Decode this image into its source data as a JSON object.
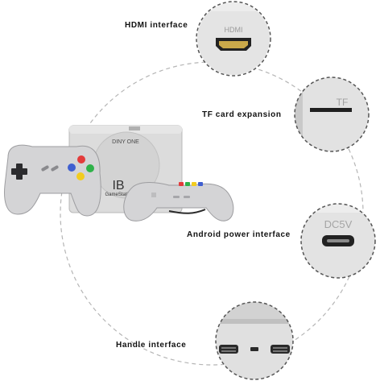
{
  "callouts": {
    "hdmi": {
      "label": "HDMI interface",
      "port_text": "HDMI"
    },
    "tf": {
      "label": "TF card expansion",
      "port_text": "TF"
    },
    "power": {
      "label": "Android power interface",
      "port_text": "DC5V"
    },
    "handle": {
      "label": "Handle interface"
    }
  },
  "console": {
    "brand_text": "DINY ONE",
    "logo_text": "IB",
    "badge_text": "GameStation"
  },
  "controller_buttons": {
    "face_colors": [
      "#3f5fd0",
      "#e33b3b",
      "#2fb24a",
      "#f2cc1f"
    ]
  },
  "colors": {
    "dash": "#b5b5b5",
    "circle_border": "#555555",
    "console_body": "#dcdcdc",
    "controller": "#d4d4d6"
  }
}
